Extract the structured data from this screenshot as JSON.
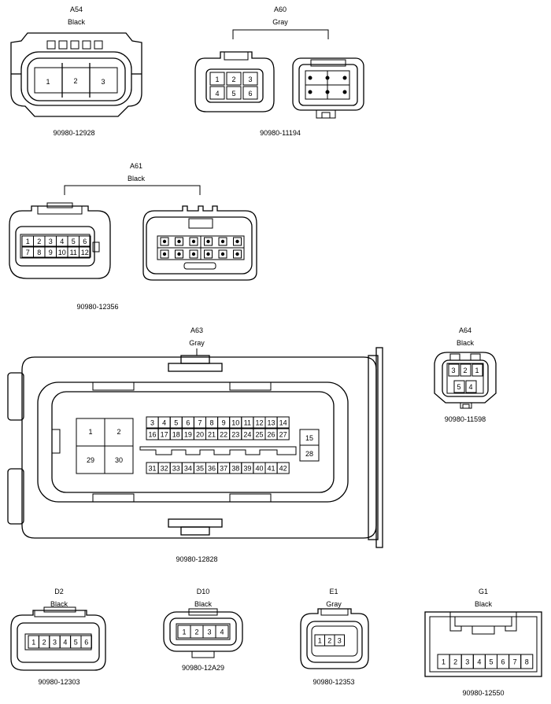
{
  "connectors": [
    {
      "id": "A54",
      "color": "Black",
      "part": "90980-12928",
      "pins": [
        "1",
        "2",
        "3"
      ]
    },
    {
      "id": "A60",
      "color": "Gray",
      "part": "90980-11194",
      "pins": [
        "1",
        "2",
        "3",
        "4",
        "5",
        "6"
      ]
    },
    {
      "id": "A61",
      "color": "Black",
      "part": "90980-12356",
      "pins": [
        "1",
        "2",
        "3",
        "4",
        "5",
        "6",
        "7",
        "8",
        "9",
        "10",
        "11",
        "12"
      ]
    },
    {
      "id": "A63",
      "color": "Gray",
      "part": "90980-12828",
      "big_pins": [
        "1",
        "2",
        "29",
        "30"
      ],
      "row1": [
        "3",
        "4",
        "5",
        "6",
        "7",
        "8",
        "9",
        "10",
        "11",
        "12",
        "13",
        "14"
      ],
      "row2": [
        "16",
        "17",
        "18",
        "19",
        "20",
        "21",
        "22",
        "23",
        "24",
        "25",
        "26",
        "27"
      ],
      "row3": [
        "31",
        "32",
        "33",
        "34",
        "35",
        "36",
        "37",
        "38",
        "39",
        "40",
        "41",
        "42"
      ],
      "side_pins": [
        "15",
        "28"
      ]
    },
    {
      "id": "A64",
      "color": "Black",
      "part": "90980-11598",
      "pins": [
        "3",
        "2",
        "1",
        "5",
        "4"
      ]
    },
    {
      "id": "D2",
      "color": "Black",
      "part": "90980-12303",
      "pins": [
        "1",
        "2",
        "3",
        "4",
        "5",
        "6"
      ]
    },
    {
      "id": "D10",
      "color": "Black",
      "part": "90980-12A29",
      "pins": [
        "1",
        "2",
        "3",
        "4"
      ]
    },
    {
      "id": "E1",
      "color": "Gray",
      "part": "90980-12353",
      "pins": [
        "1",
        "2",
        "3"
      ]
    },
    {
      "id": "G1",
      "color": "Black",
      "part": "90980-12550",
      "pins": [
        "1",
        "2",
        "3",
        "4",
        "5",
        "6",
        "7",
        "8"
      ]
    }
  ]
}
